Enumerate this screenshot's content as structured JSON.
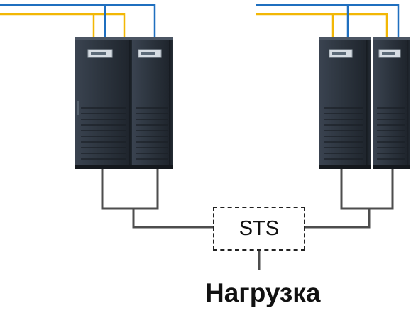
{
  "sts": {
    "label": "STS"
  },
  "load": {
    "label": "Нагрузка"
  },
  "colors": {
    "phase_line": "#f2b705",
    "neutral_line": "#1f6fbf",
    "output_line": "#4d4d4d",
    "cabinet_body": "#2e3640"
  },
  "groups": [
    {
      "name": "ups-group-left",
      "units": 2
    },
    {
      "name": "ups-group-right",
      "units": 2
    }
  ]
}
